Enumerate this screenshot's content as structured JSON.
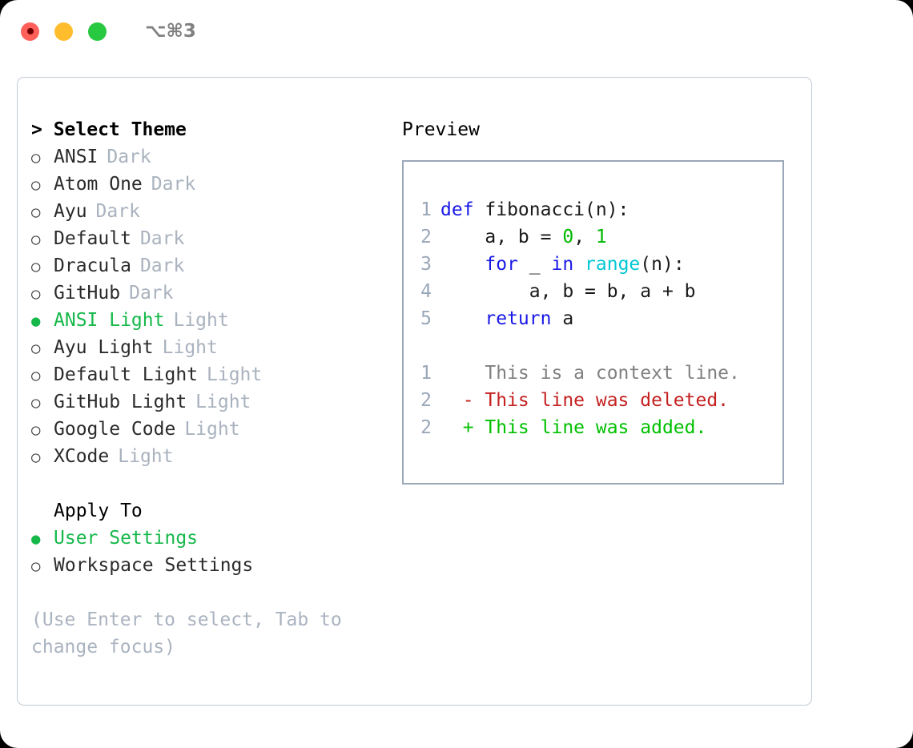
{
  "titlebar": {
    "shortcut": "⌥⌘3",
    "lights": [
      {
        "name": "close",
        "color": "#ff6059"
      },
      {
        "name": "minimize",
        "color": "#ffbd2e"
      },
      {
        "name": "zoom",
        "color": "#28c840"
      }
    ]
  },
  "theme_panel": {
    "header": "> Select Theme",
    "items": [
      {
        "label": "ANSI",
        "suffix": "Dark",
        "selected": false
      },
      {
        "label": "Atom One",
        "suffix": "Dark",
        "selected": false
      },
      {
        "label": "Ayu",
        "suffix": "Dark",
        "selected": false
      },
      {
        "label": "Default",
        "suffix": "Dark",
        "selected": false
      },
      {
        "label": "Dracula",
        "suffix": "Dark",
        "selected": false
      },
      {
        "label": "GitHub",
        "suffix": "Dark",
        "selected": false
      },
      {
        "label": "ANSI Light",
        "suffix": "Light",
        "selected": true
      },
      {
        "label": "Ayu Light",
        "suffix": "Light",
        "selected": false
      },
      {
        "label": "Default Light",
        "suffix": "Light",
        "selected": false
      },
      {
        "label": "GitHub Light",
        "suffix": "Light",
        "selected": false
      },
      {
        "label": "Google Code",
        "suffix": "Light",
        "selected": false
      },
      {
        "label": "XCode",
        "suffix": "Light",
        "selected": false
      }
    ],
    "bullet_selected": "●",
    "bullet_unselected": "○"
  },
  "apply_to": {
    "header": "Apply To",
    "items": [
      {
        "label": "User Settings",
        "selected": true
      },
      {
        "label": "Workspace Settings",
        "selected": false
      }
    ]
  },
  "hint": "(Use Enter to select, Tab to change focus)",
  "preview": {
    "title": "Preview",
    "code_lines": [
      {
        "num": "1",
        "tokens": [
          {
            "text": "def ",
            "type": "kw"
          },
          {
            "text": "fibonacci(n):",
            "type": "plain"
          }
        ]
      },
      {
        "num": "2",
        "tokens": [
          {
            "text": "    a, b = ",
            "type": "plain"
          },
          {
            "text": "0",
            "type": "num"
          },
          {
            "text": ", ",
            "type": "plain"
          },
          {
            "text": "1",
            "type": "num"
          }
        ]
      },
      {
        "num": "3",
        "tokens": [
          {
            "text": "    ",
            "type": "plain"
          },
          {
            "text": "for",
            "type": "kw"
          },
          {
            "text": " _ ",
            "type": "plain"
          },
          {
            "text": "in",
            "type": "kw"
          },
          {
            "text": " ",
            "type": "plain"
          },
          {
            "text": "range",
            "type": "fn"
          },
          {
            "text": "(n):",
            "type": "plain"
          }
        ]
      },
      {
        "num": "4",
        "tokens": [
          {
            "text": "        a, b = b, a + b",
            "type": "plain"
          }
        ]
      },
      {
        "num": "5",
        "tokens": [
          {
            "text": "    ",
            "type": "plain"
          },
          {
            "text": "return",
            "type": "kw"
          },
          {
            "text": " a",
            "type": "plain"
          }
        ]
      }
    ],
    "diff_lines": [
      {
        "num": "1",
        "marker": " ",
        "text": " This is a context line.",
        "type": "ctx"
      },
      {
        "num": "2",
        "marker": "-",
        "text": " This line was deleted.",
        "type": "del"
      },
      {
        "num": "2",
        "marker": "+",
        "text": " This line was added.",
        "type": "add"
      }
    ]
  },
  "colors": {
    "accent_green": "#16b84a",
    "muted": "#a9b2be",
    "keyword": "#1919e6",
    "function": "#00c8d4",
    "number": "#00b800",
    "diff_add": "#00c000",
    "diff_del": "#c52020",
    "border": "#9aa7b8"
  }
}
